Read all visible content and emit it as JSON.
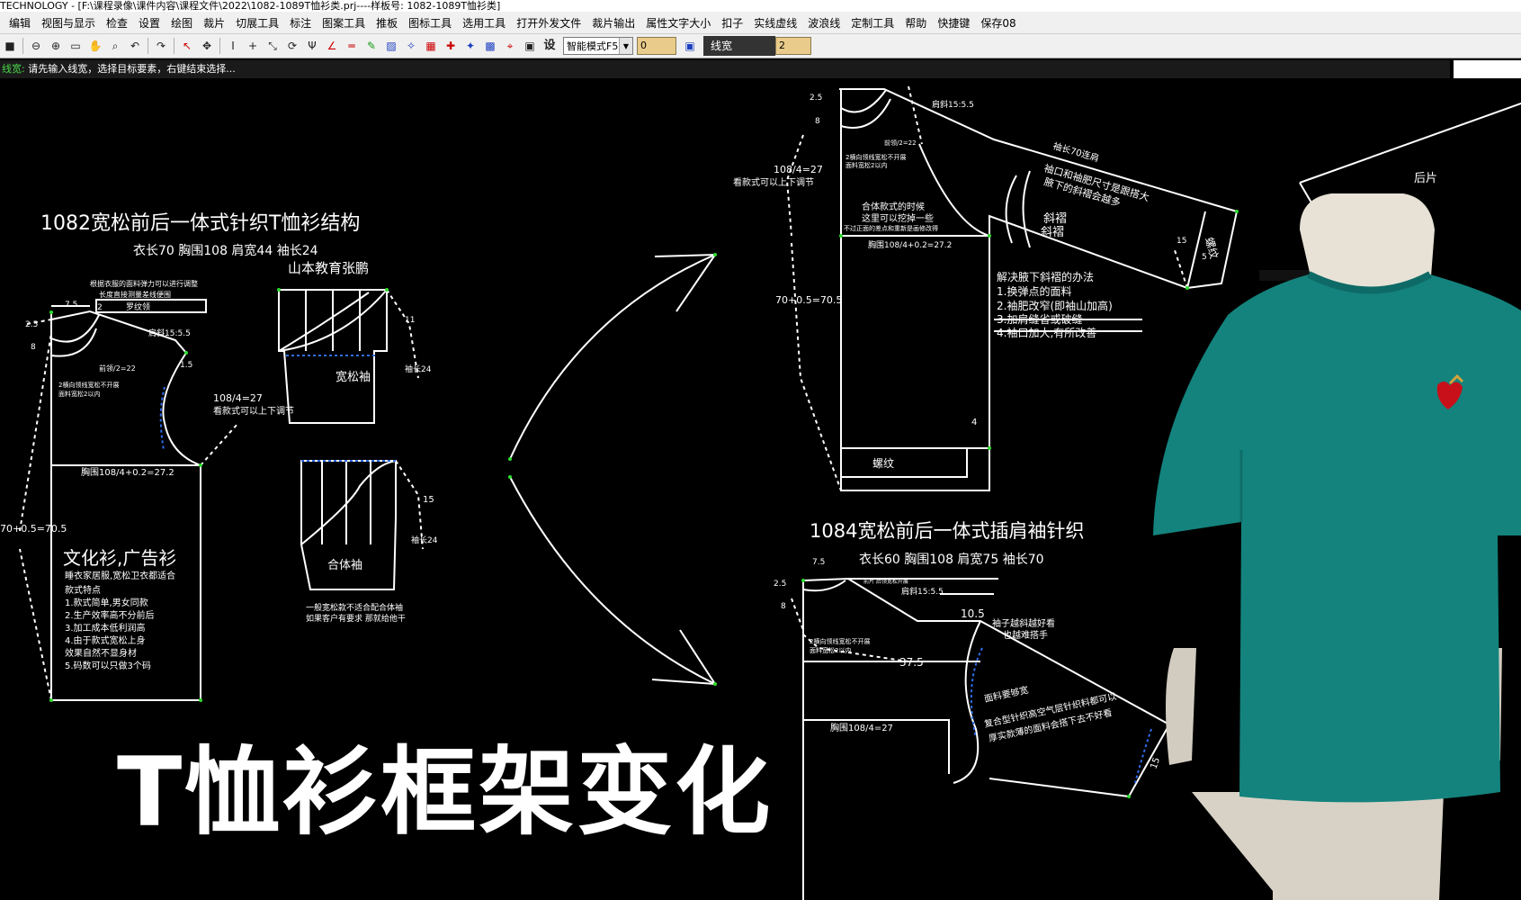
{
  "titlebar": {
    "text": "TECHNOLOGY - [F:\\课程录像\\课件内容\\课程文件\\2022\\1082-1089T恤衫类.prj----样板号: 1082-1089T恤衫类]"
  },
  "menu": [
    "编辑",
    "视图与显示",
    "检查",
    "设置",
    "绘图",
    "裁片",
    "切展工具",
    "标注",
    "图案工具",
    "推板",
    "图标工具",
    "选用工具",
    "打开外发文件",
    "裁片输出",
    "属性文字大小",
    "扣子",
    "实线虚线",
    "波浪线",
    "定制工具",
    "帮助",
    "快捷键",
    "保存08"
  ],
  "toolbar": {
    "icons": [
      "save-icon",
      "zoom-out-icon",
      "zoom-in-icon",
      "fit-screen-icon",
      "pan-hand-icon",
      "zoom-window-icon",
      "undo-icon",
      "redo-icon",
      "select-delete-icon",
      "move-icon",
      "text-tool-icon",
      "plus-icon",
      "scale-icon",
      "rotate-icon",
      "fork-icon",
      "angle-icon",
      "double-line-icon",
      "pen-icon",
      "hatch-icon",
      "grade-icon",
      "color-icon",
      "cross-icon",
      "stamp-icon",
      "mark-icon",
      "clip-icon"
    ],
    "set_label": "设",
    "mode_value": "智能模式F5",
    "input_value": "0",
    "line_width_label": "线宽",
    "line_width_value": "2"
  },
  "status": {
    "label": "线宽:",
    "text": "请先输入线宽，选择目标要素，右键结束选择..."
  },
  "canvas": {
    "left": {
      "title": "1082宽松前后一体式针织T恤衫结构",
      "spec": "衣长70   胸围108   肩宽44   袖长24",
      "author": "山本教育张鹏",
      "note_top1": "根据衣服的面料弹力可以进行调整",
      "note_top2": "长度直接测量差线便围",
      "label_2": "2",
      "label_crossbar": "罗纹领",
      "label_75": "7.5",
      "label_25": "2.5",
      "label_8": "8",
      "label_shoulder": "肩斜15:5.5",
      "label_neck": "前领/2=22",
      "label_15": "1.5",
      "label_note_fold1": "2横向领线宽松不开展",
      "label_note_fold2": "面料宽松2以内",
      "label_chest_half": "108/4=27",
      "label_chest_half_note": "看款式可以上下调节",
      "label_chest": "胸围108/4+0.2=27.2",
      "label_length": "70+0.5=70.5",
      "loose_sleeve": "宽松袖",
      "sleeve_24": "袖长24",
      "sleeve_11": "11",
      "fit_sleeve": "合体袖",
      "fit_sleeve_15": "15",
      "fit_sleeve_24": "袖长24",
      "fit_note1": "一般宽松款不适合配合体袖",
      "fit_note2": "如果客户有要求 那就给他干",
      "culture_title": "文化衫,广告衫",
      "culture_notes": [
        "睡衣家居服,宽松卫衣都适合",
        "款式特点",
        "1.款式简单,男女同款",
        "2.生产效率高不分前后",
        "3.加工成本低利润高",
        "4.由于款式宽松上身",
        "  效果自然不显身材",
        "5.码数可以只做3个码"
      ]
    },
    "right_top": {
      "label_25": "2.5",
      "label_8": "8",
      "label_shoulder": "肩斜15:5.5",
      "label_neck": "前领/2=22",
      "label_note_fold": "2横向领线宽松不开展",
      "label_note_fold2": "面料宽松2以内",
      "label_chest_half": "108/4=27",
      "label_chest_half_note": "看款式可以上下调节",
      "label_fit_note1": "合体款式的时候",
      "label_fit_note2": "这里可以挖掉一些",
      "label_fit_note3": "不过正面的差点和重新是画修改得",
      "label_chest": "胸围108/4+0.2=27.2",
      "label_length": "70+0.5=70.5",
      "label_4": "4",
      "label_rib": "螺纹",
      "sleeve_len": "袖长70连肩",
      "sleeve_note1": "袖口和袖肥尺寸是跟搭大",
      "sleeve_note2": "腋下的斜褶会越多",
      "fold_label1": "斜褶",
      "fold_label2": "斜褶",
      "cuff_rib": "螺纹",
      "cuff_15": "15",
      "cuff_5": "5",
      "solution_title": "解决腋下斜褶的办法",
      "solutions": [
        "1.换弹点的面料",
        "2.袖肥改窄(即袖山加高)",
        "3.加肩缝省或破缝",
        "4.袖口加大,有所改善"
      ],
      "back_label": "后片"
    },
    "right_bottom": {
      "title": "1084宽松前后一体式插肩袖针织",
      "spec": "衣长60   胸围108   肩宽75   袖长70",
      "label_75": "7.5",
      "label_25": "2.5",
      "label_8": "8",
      "label_note_top": "前片  后领宽松开展",
      "label_shoulder": "肩斜15:5.5",
      "label_105": "10.5",
      "label_sleeve_note1": "袖子越斜越好看",
      "label_sleeve_note2": "也越难搭手",
      "label_fold1": "2横向领线宽松不开展",
      "label_fold2": "面料宽松2以内",
      "label_375": "37.5",
      "label_chest": "胸围108/4=27",
      "label_fabric1": "面料要够宽",
      "label_fabric2": "复合型针织高空气层针织料都可以",
      "label_fabric3": "厚实款薄的面料会搭下去不好看",
      "label_15": "15"
    },
    "big_title": "T恤衫框架变化"
  }
}
